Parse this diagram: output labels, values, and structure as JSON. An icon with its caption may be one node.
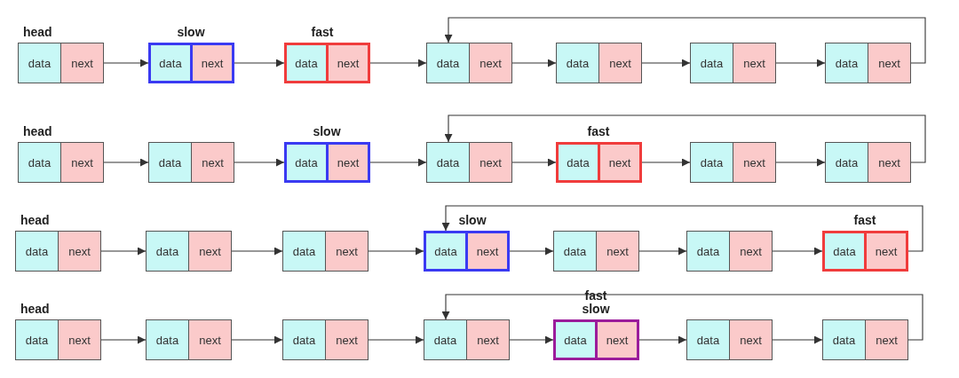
{
  "diagram": {
    "nodes": [
      {
        "text": [
          "data",
          "next"
        ],
        "beside": [
          "head"
        ]
      },
      {
        "text": [
          "data",
          "next"
        ],
        "beside": [
          "slow"
        ]
      },
      {
        "text": [
          "data",
          "next"
        ],
        "beside": [
          "fast"
        ]
      },
      {
        "text": [
          "data",
          "next"
        ]
      },
      {
        "text": [
          "data",
          "next"
        ]
      },
      {
        "text": [
          "data",
          "next"
        ]
      },
      {
        "text": [
          "data",
          "next"
        ]
      },
      {
        "text": [
          "data",
          "next"
        ],
        "beside": [
          "head"
        ]
      },
      {
        "text": [
          "data",
          "next"
        ]
      },
      {
        "text": [
          "data",
          "next"
        ],
        "beside": [
          "slow"
        ]
      },
      {
        "text": [
          "data",
          "next"
        ]
      },
      {
        "text": [
          "data",
          "next"
        ],
        "beside": [
          "fast"
        ]
      },
      {
        "text": [
          "data",
          "next"
        ]
      },
      {
        "text": [
          "data",
          "next"
        ]
      },
      {
        "text": [
          "data",
          "next"
        ],
        "beside": [
          "head"
        ]
      },
      {
        "text": [
          "data",
          "next"
        ]
      },
      {
        "text": [
          "data",
          "next"
        ]
      },
      {
        "text": [
          "data",
          "next"
        ],
        "beside": [
          "slow"
        ]
      },
      {
        "text": [
          "data",
          "next"
        ]
      },
      {
        "text": [
          "data",
          "next"
        ]
      },
      {
        "text": [
          "data",
          "next"
        ],
        "beside": [
          "fast"
        ]
      },
      {
        "text": [
          "data",
          "next"
        ],
        "beside": [
          "head"
        ]
      },
      {
        "text": [
          "data",
          "next"
        ]
      },
      {
        "text": [
          "data",
          "next"
        ]
      },
      {
        "text": [
          "data",
          "next"
        ]
      },
      {
        "text": [
          "data",
          "next"
        ],
        "beside": [
          "fast",
          "slow"
        ]
      },
      {
        "text": [
          "data",
          "next"
        ]
      },
      {
        "text": [
          "data",
          "next"
        ]
      }
    ],
    "edges": [
      {
        "from": 0,
        "to": 1,
        "arrow": "to"
      },
      {
        "from": 1,
        "to": 2,
        "arrow": "to"
      },
      {
        "from": 2,
        "to": 3,
        "arrow": "to"
      },
      {
        "from": 3,
        "to": 4,
        "arrow": "to"
      },
      {
        "from": 4,
        "to": 5,
        "arrow": "to"
      },
      {
        "from": 5,
        "to": 6,
        "arrow": "to"
      },
      {
        "from": 6,
        "to": 3,
        "arrow": "to"
      },
      {
        "from": 7,
        "to": 8,
        "arrow": "to"
      },
      {
        "from": 8,
        "to": 9,
        "arrow": "to"
      },
      {
        "from": 9,
        "to": 10,
        "arrow": "to"
      },
      {
        "from": 10,
        "to": 11,
        "arrow": "to"
      },
      {
        "from": 11,
        "to": 12,
        "arrow": "to"
      },
      {
        "from": 12,
        "to": 13,
        "arrow": "to"
      },
      {
        "from": 13,
        "to": 10,
        "arrow": "to"
      },
      {
        "from": 14,
        "to": 15,
        "arrow": "to"
      },
      {
        "from": 15,
        "to": 16,
        "arrow": "to"
      },
      {
        "from": 16,
        "to": 17,
        "arrow": "to"
      },
      {
        "from": 17,
        "to": 18,
        "arrow": "to"
      },
      {
        "from": 18,
        "to": 19,
        "arrow": "to"
      },
      {
        "from": 19,
        "to": 20,
        "arrow": "to"
      },
      {
        "from": 20,
        "to": 17,
        "arrow": "to"
      },
      {
        "from": 21,
        "to": 22,
        "arrow": "to"
      },
      {
        "from": 22,
        "to": 23,
        "arrow": "to"
      },
      {
        "from": 23,
        "to": 24,
        "arrow": "to"
      },
      {
        "from": 24,
        "to": 25,
        "arrow": "to"
      },
      {
        "from": 25,
        "to": 26,
        "arrow": "to"
      },
      {
        "from": 26,
        "to": 27,
        "arrow": "to"
      },
      {
        "from": 27,
        "to": 24,
        "arrow": "to"
      }
    ]
  }
}
